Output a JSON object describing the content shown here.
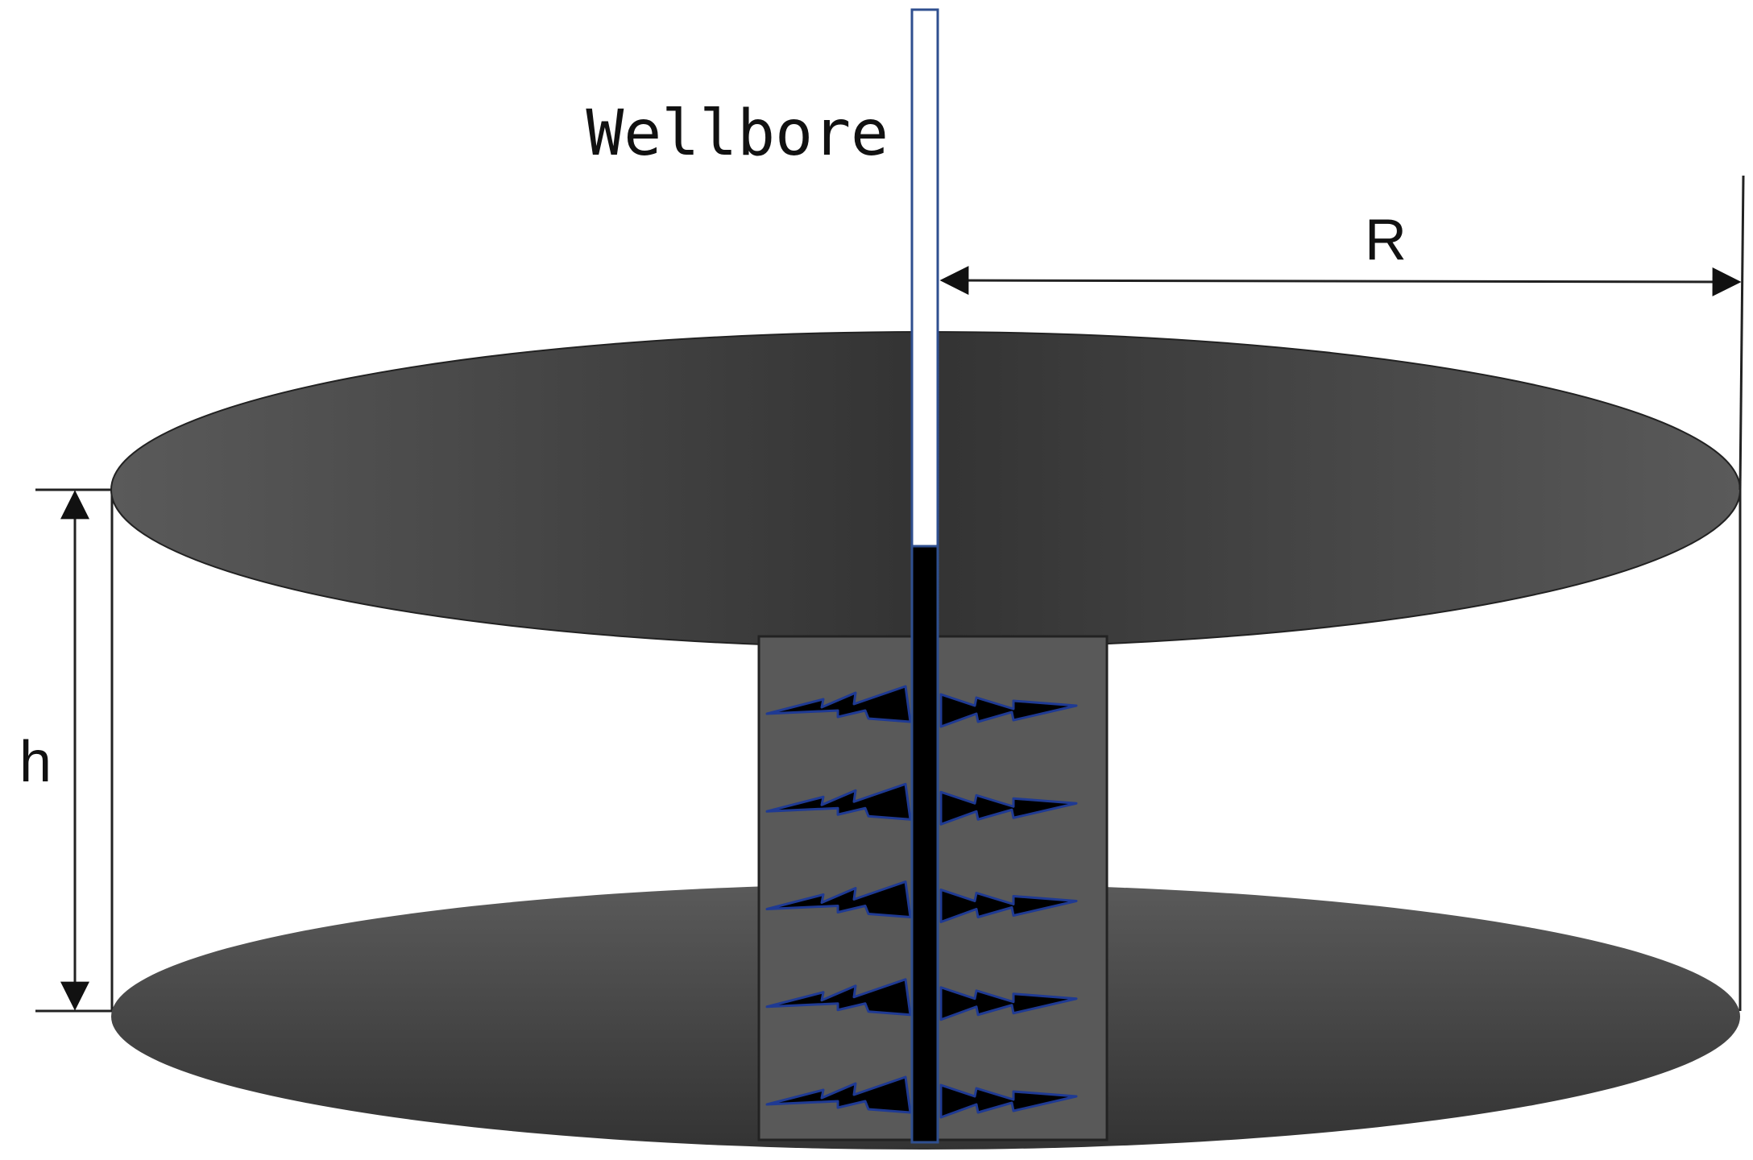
{
  "labels": {
    "wellbore": "Wellbore",
    "radius": "R",
    "height": "h"
  },
  "colors": {
    "disk_center": "#333333",
    "disk_edge": "#5a5a5a",
    "fracture_zone": "#595959",
    "wellbore_tubing": "#000000",
    "wellbore_outline": "#2f4f8f",
    "fracture_fill": "#000000",
    "fracture_outline": "#1f3a93",
    "line": "#222222"
  },
  "fracture_count": 5
}
